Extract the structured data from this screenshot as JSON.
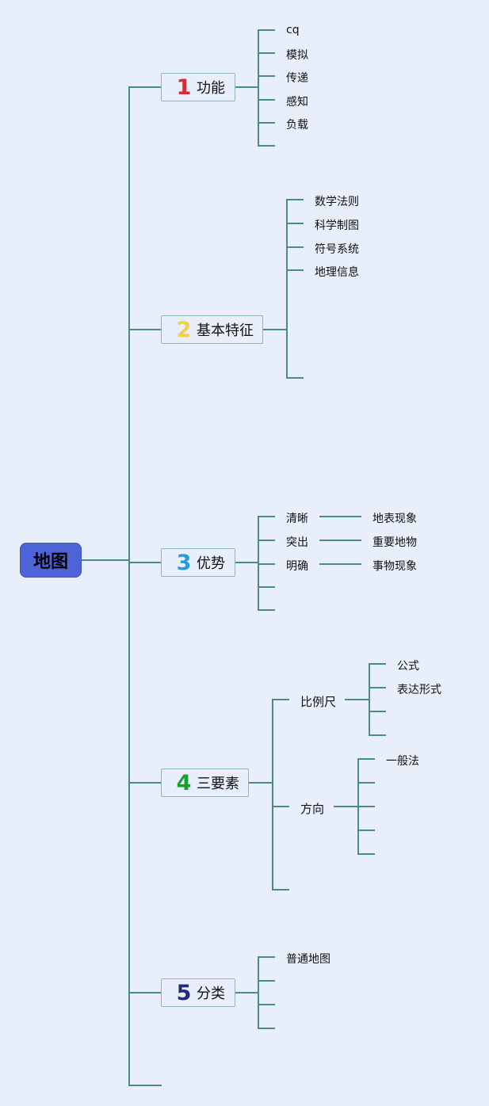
{
  "root": {
    "label": "地图"
  },
  "branches": [
    {
      "num": "1",
      "num_color": "#d62a3a",
      "label": "功能",
      "items": [
        "cq",
        "模拟",
        "传递",
        "感知",
        "负载"
      ]
    },
    {
      "num": "2",
      "num_color": "#f0d24a",
      "label": "基本特征",
      "items": [
        "数学法则",
        "科学制图",
        "符号系统",
        "地理信息"
      ]
    },
    {
      "num": "3",
      "num_color": "#2b9ad8",
      "label": "优势",
      "items": [
        {
          "label": "清晰",
          "detail": "地表现象"
        },
        {
          "label": "突出",
          "detail": "重要地物"
        },
        {
          "label": "明确",
          "detail": "事物现象"
        }
      ]
    },
    {
      "num": "4",
      "num_color": "#1a9e2e",
      "label": "三要素",
      "items": [
        {
          "label": "比例尺",
          "children": [
            "公式",
            "表达形式"
          ]
        },
        {
          "label": "方向",
          "children": [
            "一般法"
          ]
        }
      ]
    },
    {
      "num": "5",
      "num_color": "#1f2a7a",
      "label": "分类",
      "items": [
        "普通地图"
      ]
    }
  ]
}
